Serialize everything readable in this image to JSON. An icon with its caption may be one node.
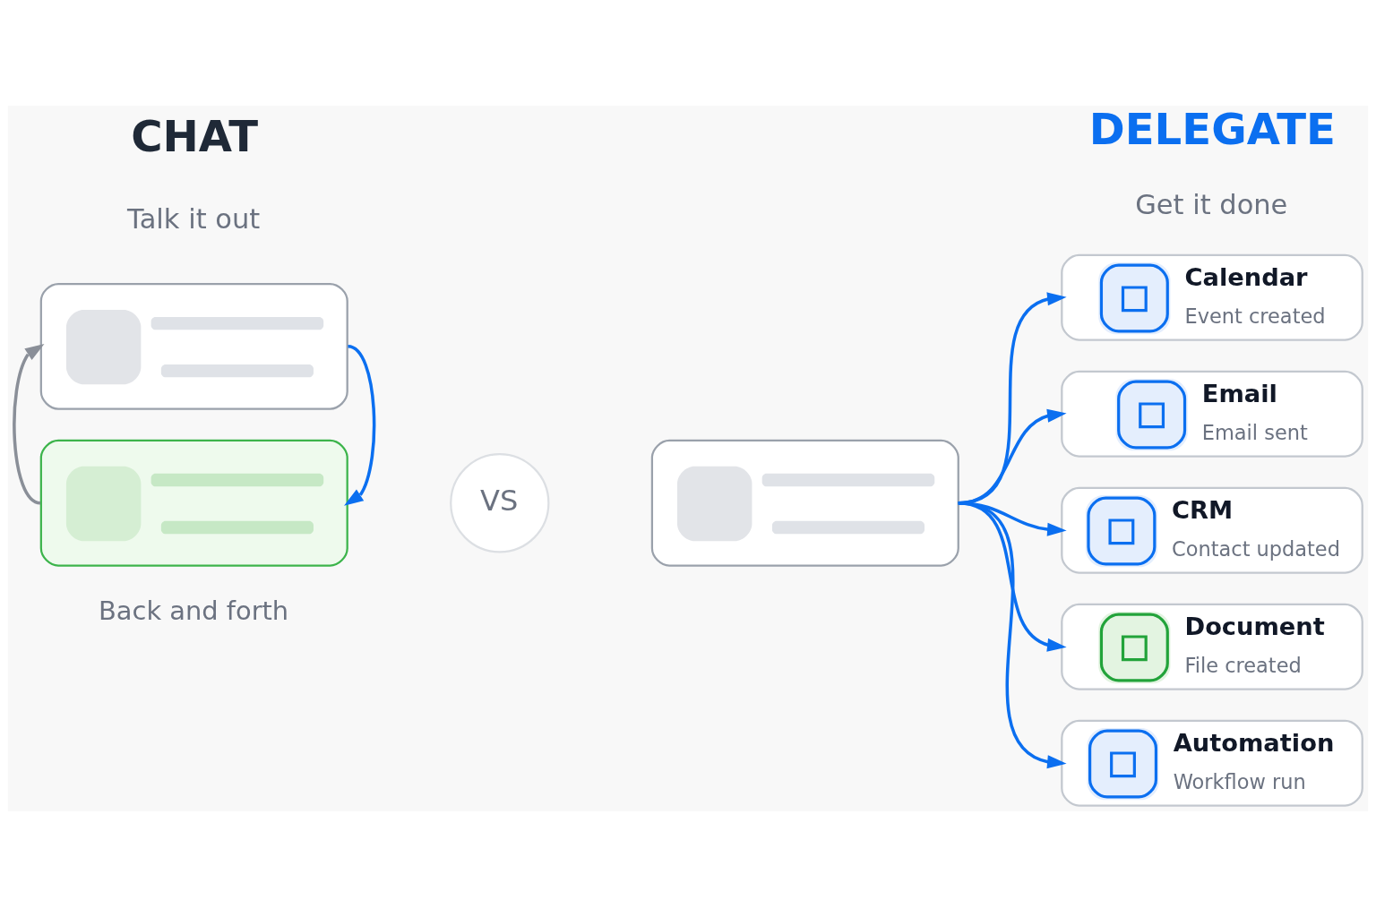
{
  "diagram": {
    "nodes": [
      {
        "text": [],
        "shape": "bubble"
      },
      {
        "text": [],
        "shape": "bubble"
      },
      {
        "text": [
          "VS"
        ]
      },
      {
        "text": [],
        "shape": "bubble"
      },
      {
        "text": [
          "Calendar",
          "Event created"
        ]
      },
      {
        "text": [
          "Email",
          "Email sent"
        ]
      },
      {
        "text": [
          "CRM",
          "Contact updated"
        ]
      },
      {
        "text": [
          "Document",
          "File created"
        ]
      },
      {
        "text": [
          "Automation",
          "Workflow run"
        ]
      }
    ],
    "edges": [
      {
        "from": 0,
        "to": 1,
        "arrow": "to"
      },
      {
        "from": 1,
        "to": 0,
        "arrow": "to",
        "color": "#8a8f98"
      },
      {
        "from": 3,
        "to": 4,
        "arrow": "to"
      },
      {
        "from": 3,
        "to": 5,
        "arrow": "to"
      },
      {
        "from": 3,
        "to": 6,
        "arrow": "to"
      },
      {
        "from": 3,
        "to": 7,
        "arrow": "to"
      },
      {
        "from": 3,
        "to": 8,
        "arrow": "to"
      }
    ],
    "labels": [
      "CHAT",
      "Talk it out",
      "DELEGATE",
      "Get it done",
      "Back and forth"
    ]
  }
}
